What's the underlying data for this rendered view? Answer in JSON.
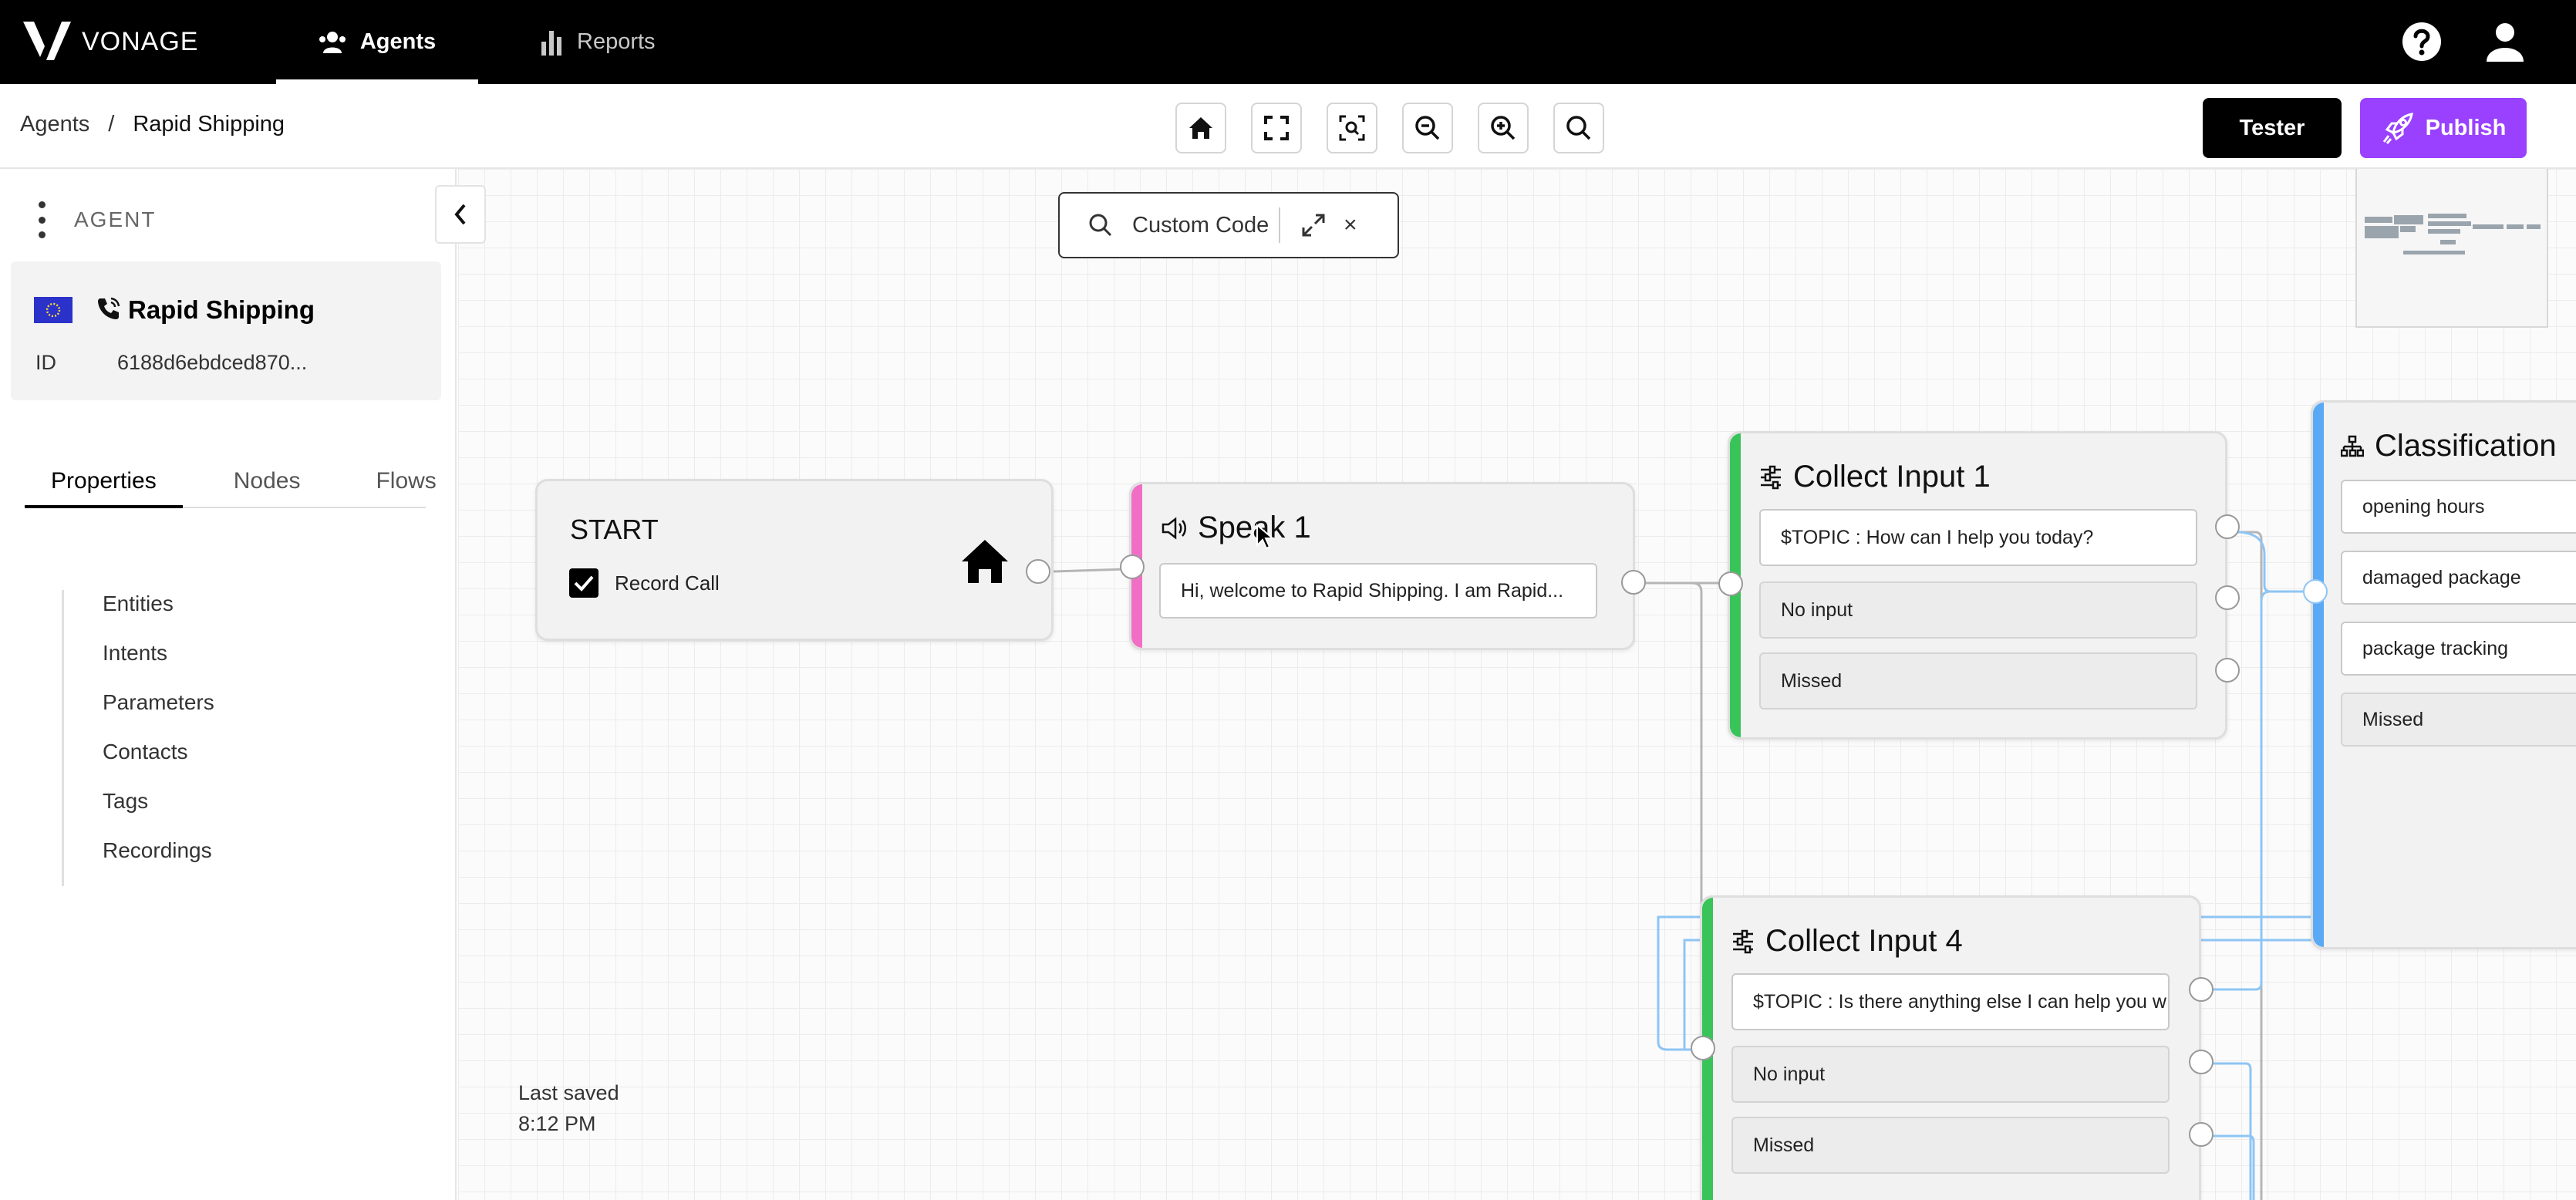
{
  "topbar": {
    "brand": "VONAGE",
    "tabs": [
      {
        "label": "Agents",
        "icon": "people-icon",
        "active": true
      },
      {
        "label": "Reports",
        "icon": "bar-chart-icon",
        "active": false
      }
    ]
  },
  "breadcrumb": {
    "root": "Agents",
    "separator": "/",
    "current": "Rapid Shipping"
  },
  "toolbar": {
    "tools": [
      "home-icon",
      "fit-screen-icon",
      "zoom-to-fit-icon",
      "zoom-out-icon",
      "zoom-in-icon",
      "search-icon"
    ],
    "tester_label": "Tester",
    "publish_label": "Publish"
  },
  "sidebar": {
    "title": "AGENT",
    "agent": {
      "name": "Rapid Shipping",
      "id_label": "ID",
      "id_value": "6188d6ebdced870..."
    },
    "tabs": [
      "Properties",
      "Nodes",
      "Flows"
    ],
    "active_tab": "Properties",
    "properties": [
      "Entities",
      "Intents",
      "Parameters",
      "Contacts",
      "Tags",
      "Recordings"
    ]
  },
  "canvas": {
    "search_text": "Custom Code",
    "last_saved_label": "Last saved",
    "last_saved_time": "8:12 PM",
    "nodes": {
      "start": {
        "title": "START",
        "checkbox_label": "Record Call",
        "checked": true
      },
      "speak1": {
        "title": "Speak 1",
        "message": "Hi, welcome to Rapid Shipping. I am Rapid...",
        "color": "#f06fc5"
      },
      "collect1": {
        "title": "Collect Input 1",
        "prompt": "$TOPIC : How can I help you today?",
        "outputs": [
          "No input",
          "Missed"
        ],
        "color": "#39c45a"
      },
      "classification": {
        "title": "Classification",
        "outputs": [
          "opening hours",
          "damaged package",
          "package tracking",
          "Missed"
        ],
        "color": "#5aa9f5"
      },
      "collect4": {
        "title": "Collect Input 4",
        "prompt": "$TOPIC : Is there anything else I can help you w",
        "outputs": [
          "No input",
          "Missed"
        ],
        "color": "#39c45a"
      }
    }
  },
  "colors": {
    "topbar_bg": "#000000",
    "publish": "#9941ff",
    "connector_blue": "#8ec5f5"
  }
}
